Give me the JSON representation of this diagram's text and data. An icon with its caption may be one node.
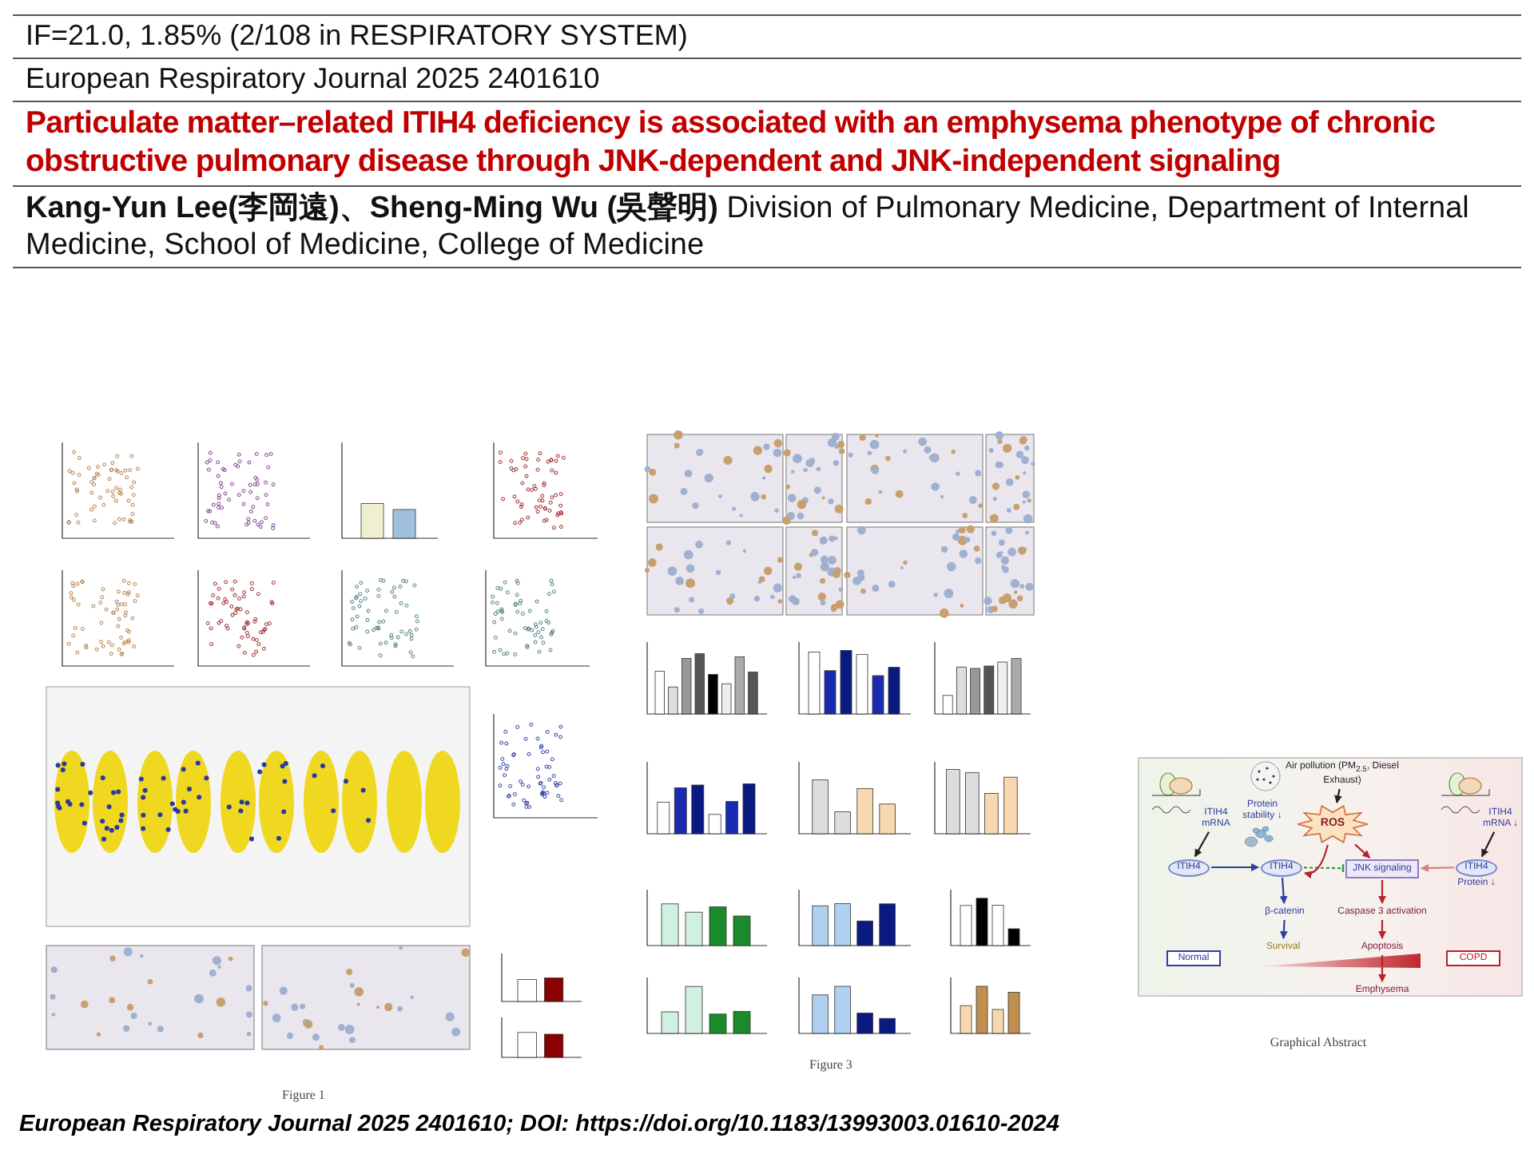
{
  "diagram": {
    "nodes": [
      {
        "text": [],
        "shape": "picture",
        "beside": [
          "Figure 1"
        ]
      },
      {
        "text": [],
        "shape": "picture",
        "beside": [
          "Figure 3"
        ]
      },
      {
        "text": [],
        "shape": "box",
        "beside": [
          "Graphical Abstract"
        ]
      },
      {
        "text": [
          "Air pollution (PM$_{2.5}$, Diesel Exhaust)"
        ],
        "in": 2
      },
      {
        "text": [
          "ROS"
        ],
        "in": 2
      },
      {
        "text": [
          "ITIH4"
        ],
        "in": 2
      },
      {
        "text": [
          "ITIH4"
        ],
        "in": 2
      },
      {
        "text": [
          "JNK signaling"
        ],
        "in": 2
      },
      {
        "text": [
          "ITIH4"
        ],
        "in": 2,
        "beside": [
          "Protein ↓"
        ]
      },
      {
        "text": [
          "β-catenin"
        ],
        "in": 2
      },
      {
        "text": [
          "Survival"
        ],
        "in": 2
      },
      {
        "text": [
          "Caspase 3 activation"
        ],
        "in": 2
      },
      {
        "text": [
          "Apoptosis"
        ],
        "in": 2
      },
      {
        "text": [
          "Emphysema"
        ],
        "in": 2
      },
      {
        "text": [
          "Normal"
        ],
        "in": 2
      },
      {
        "text": [
          "COPD"
        ],
        "in": 2
      },
      {
        "text": [
          "ITIH4 mRNA"
        ],
        "in": 2
      },
      {
        "text": [
          "ITIH4 mRNA ↓"
        ],
        "in": 2
      }
    ],
    "edges": [
      {
        "from": 3,
        "to": 4,
        "arrow": "to",
        "color": "#222222"
      },
      {
        "from": 16,
        "to": 5,
        "arrow": "to",
        "color": "#222222"
      },
      {
        "from": 5,
        "to": 6,
        "arrow": "to",
        "color": "#2e3f9e"
      },
      {
        "from": 6,
        "to": 7,
        "arrow": "other",
        "style": "dashed",
        "color": "#3a9a3a"
      },
      {
        "from": 4,
        "to": 7,
        "arrow": "to"
      },
      {
        "from": 4,
        "to": 6,
        "arrow": "to"
      },
      {
        "from": 8,
        "to": 7,
        "arrow": "to",
        "color": "#d98080"
      },
      {
        "from": 17,
        "to": 8,
        "arrow": "to",
        "color": "#222222"
      },
      {
        "from": 6,
        "to": 9,
        "arrow": "to",
        "color": "#2e3f9e"
      },
      {
        "from": 9,
        "to": 10,
        "arrow": "to",
        "color": "#2e3f9e"
      },
      {
        "from": 7,
        "to": 11,
        "arrow": "to"
      },
      {
        "from": 11,
        "to": 12,
        "arrow": "to"
      },
      {
        "from": 12,
        "to": 13,
        "arrow": "to"
      }
    ],
    "labels": [
      "IF=21.0, 1.85% (2/108 in RESPIRATORY SYSTEM)",
      "European Respiratory Journal 2025 2401610",
      "Particulate matter–related ITIH4 deficiency is associated with an emphysema phenotype of chronic obstructive pulmonary disease through JNK-dependent and JNK-independent signaling",
      "**Kang-Yun Lee(李岡遠)、Sheng-Ming Wu (吳聲明)** Division of Pulmonary Medicine, Department of Internal Medicine, School of Medicine, College of Medicine",
      "Protein stability ↓",
      "European Respiratory Journal 2025 2401610; DOI: https://doi.org/10.1183/13993003.01610-2024"
    ]
  }
}
